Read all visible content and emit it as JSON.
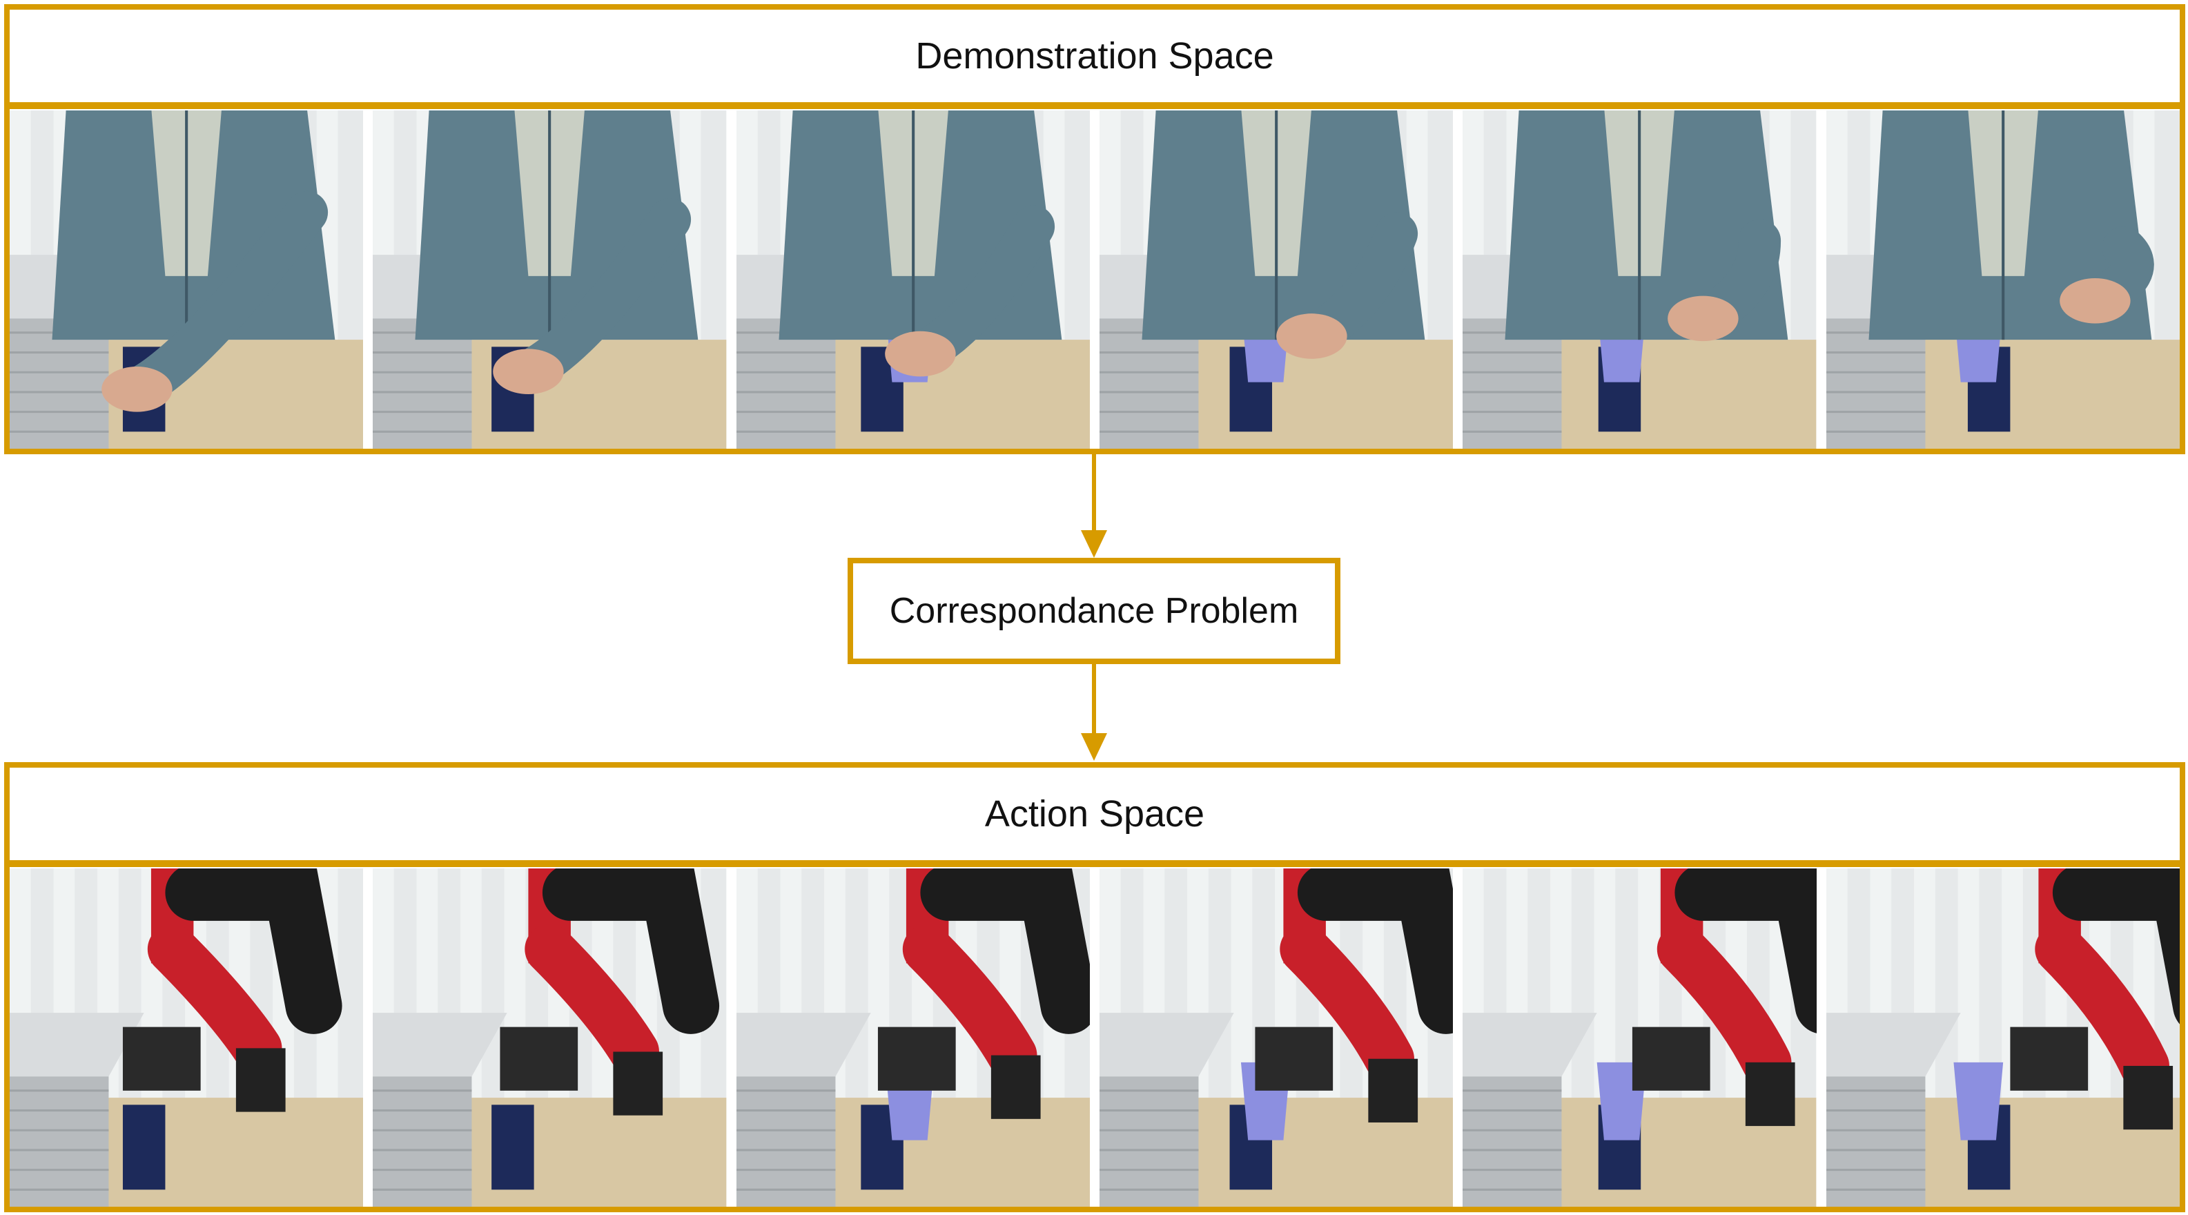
{
  "colors": {
    "accent": "#d79b00",
    "text": "#111111"
  },
  "demonstration": {
    "title": "Demonstration Space",
    "frames": [
      {
        "scene": "human-demo",
        "step": 1
      },
      {
        "scene": "human-demo",
        "step": 2
      },
      {
        "scene": "human-demo",
        "step": 3
      },
      {
        "scene": "human-demo",
        "step": 4
      },
      {
        "scene": "human-demo",
        "step": 5
      },
      {
        "scene": "human-demo",
        "step": 6
      }
    ]
  },
  "correspondence": {
    "title": "Correspondance Problem"
  },
  "action": {
    "title": "Action Space",
    "frames": [
      {
        "scene": "robot-exec",
        "step": 1
      },
      {
        "scene": "robot-exec",
        "step": 2
      },
      {
        "scene": "robot-exec",
        "step": 3
      },
      {
        "scene": "robot-exec",
        "step": 4
      },
      {
        "scene": "robot-exec",
        "step": 5
      },
      {
        "scene": "robot-exec",
        "step": 6
      }
    ]
  }
}
